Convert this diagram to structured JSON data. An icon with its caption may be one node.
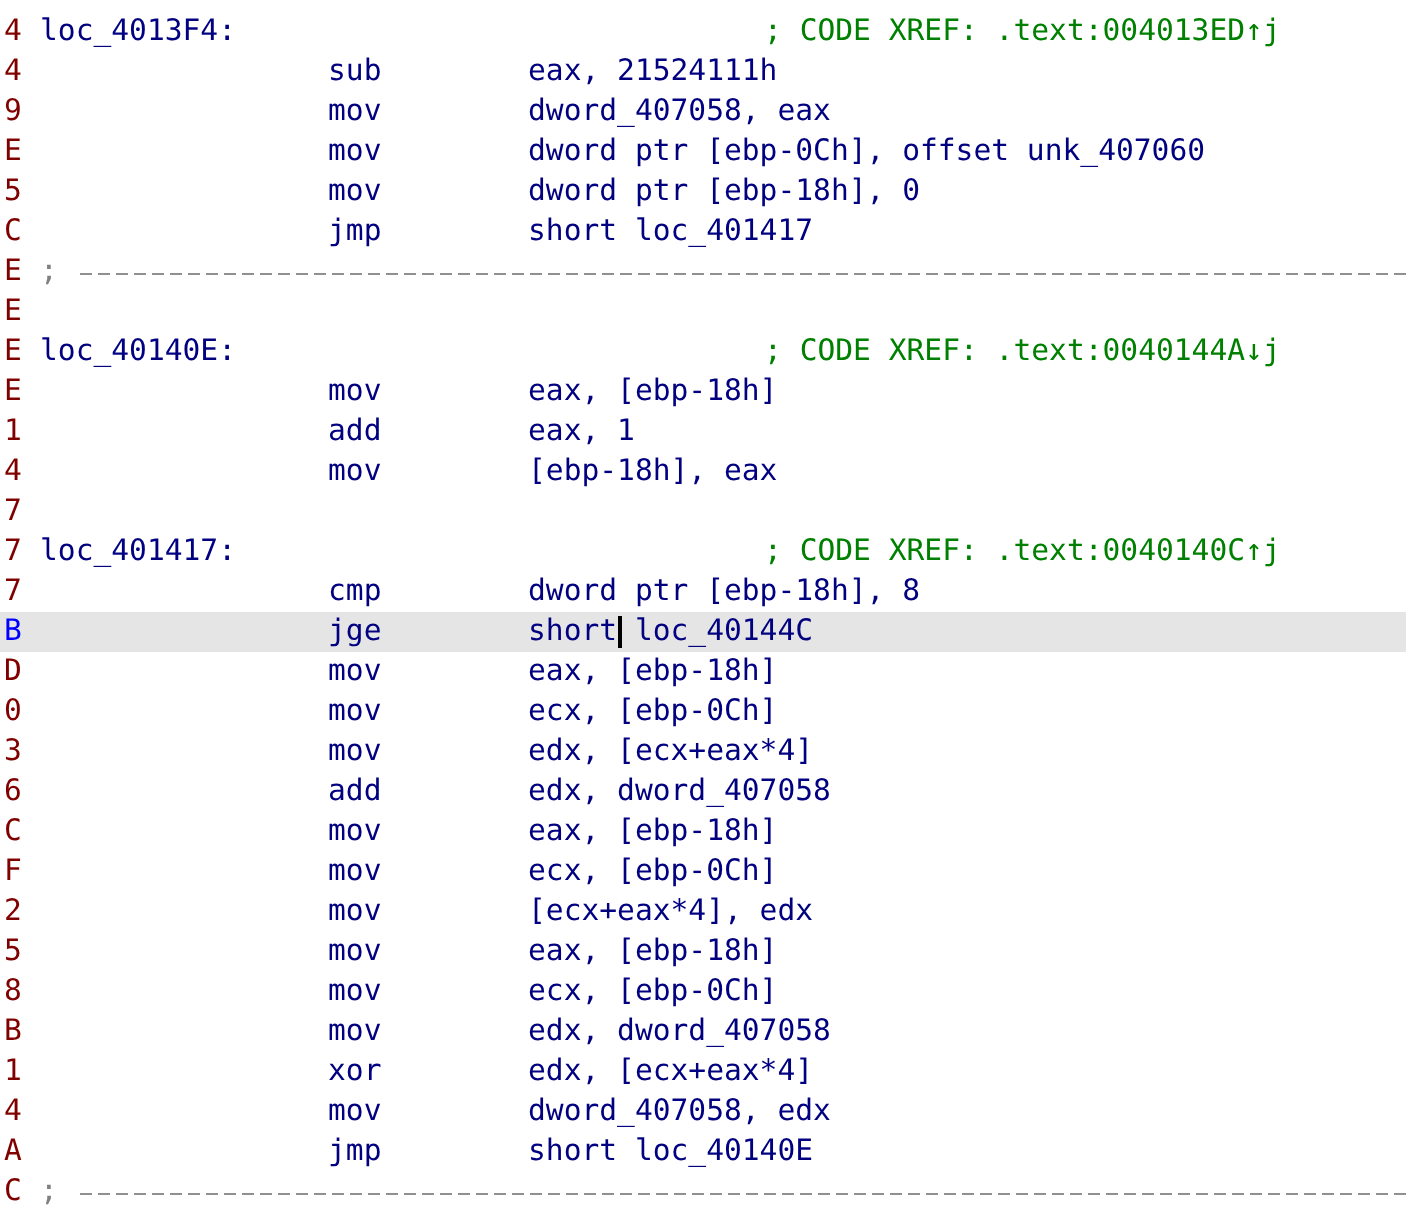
{
  "diagram": {
    "labels": [
      "4",
      "loc_4013F4:",
      "; CODE XREF: .text:004013ED↑j",
      "4",
      "sub",
      "eax, 21524111h",
      "9",
      "mov",
      "dword_407058, eax",
      "E",
      "mov",
      "dword ptr [ebp-0Ch], offset unk_407060",
      "5",
      "mov",
      "dword ptr [ebp-18h], 0",
      "C",
      "jmp",
      "short loc_401417",
      "E",
      ";",
      "E",
      "E",
      "loc_40140E:",
      "; CODE XREF: .text:0040144A↓j",
      "E",
      "mov",
      "eax, [ebp-18h]",
      "1",
      "add",
      "eax, 1",
      "4",
      "mov",
      "[ebp-18h], eax",
      "7",
      "7",
      "loc_401417:",
      "; CODE XREF: .text:0040140C↑j",
      "7",
      "cmp",
      "dword ptr [ebp-18h], 8",
      "B",
      "jge",
      "short loc_40144C",
      "D",
      "mov",
      "eax, [ebp-18h]",
      "0",
      "mov",
      "ecx, [ebp-0Ch]",
      "3",
      "mov",
      "edx, [ecx+eax*4]",
      "6",
      "add",
      "edx, dword_407058",
      "C",
      "mov",
      "eax, [ebp-18h]",
      "F",
      "mov",
      "ecx, [ebp-0Ch]",
      "2",
      "mov",
      "[ecx+eax*4], edx",
      "5",
      "mov",
      "eax, [ebp-18h]",
      "8",
      "mov",
      "ecx, [ebp-0Ch]",
      "B",
      "mov",
      "edx, dword_407058",
      "1",
      "xor",
      "edx, [ecx+eax*4]",
      "4",
      "mov",
      "dword_407058, edx",
      "A",
      "jmp",
      "short loc_40140E",
      "C",
      ";"
    ]
  }
}
